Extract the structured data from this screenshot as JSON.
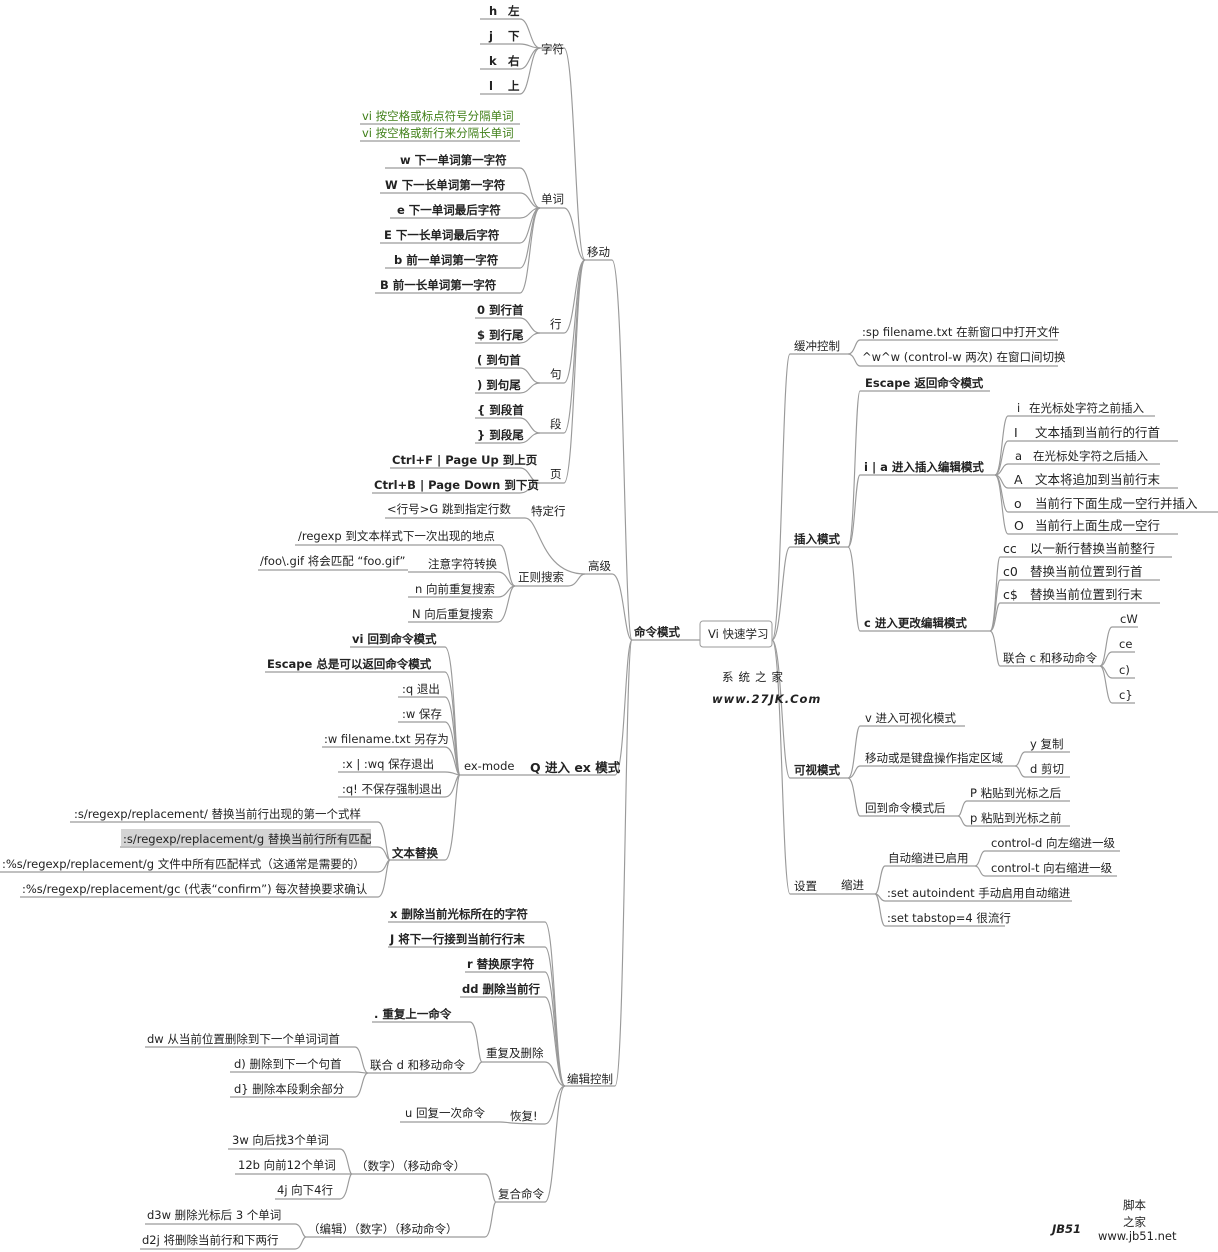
{
  "root": "Vi 快速学习",
  "watermark": {
    "line1": "系统之家",
    "line2": "www.27JK.Com"
  },
  "logo": {
    "mark": "JB51",
    "cn1": "脚本",
    "cn2": "之家",
    "url": "www.jb51.net"
  },
  "left": {
    "cmd": {
      "label": "命令模式",
      "move": {
        "label": "移动",
        "char": {
          "label": "字符",
          "items": [
            [
              "h",
              "左"
            ],
            [
              "j",
              "下"
            ],
            [
              "k",
              "右"
            ],
            [
              "l",
              "上"
            ]
          ]
        },
        "word": {
          "label": "单词",
          "notes": [
            "vi 按空格或标点符号分隔单词",
            "vi 按空格或新行来分隔长单词"
          ],
          "items": [
            "w  下一单词第一字符",
            "W  下一长单词第一字符",
            "e    下一单词最后字符",
            "E    下一长单词最后字符",
            "b    前一单词第一字符",
            "B    前一长单词第一字符"
          ]
        },
        "line": {
          "label": "行",
          "items": [
            "0  到行首",
            "$  到行尾"
          ]
        },
        "sent": {
          "label": "句",
          "items": [
            "(    到句首",
            ")   到句尾"
          ]
        },
        "para": {
          "label": "段",
          "items": [
            "{    到段首",
            "}   到段尾"
          ]
        },
        "page": {
          "label": "页",
          "items": [
            "Ctrl+F | Page Up    到上页",
            "Ctrl+B | Page Down    到下页"
          ]
        }
      },
      "adv": {
        "label": "高级",
        "line": {
          "label": "特定行",
          "item": "<行号>G  跳到指定行数"
        },
        "regex": {
          "label": "正则搜索",
          "top": "/regexp  到文本样式下一次出现的地点",
          "escape": {
            "label": "注意字符转换",
            "item": "/foo\\.gif 将会匹配 “foo.gif”"
          },
          "items": [
            "n  向前重复搜索",
            "N  向后重复搜索"
          ]
        }
      }
    },
    "ex": {
      "label": "Q 进入 ex 模式",
      "sub": "ex-mode",
      "items": [
        "vi 回到命令模式",
        "Escape 总是可以返回命令模式",
        ":q  退出",
        ":w  保存",
        ":w filename.txt  另存为",
        ":x | :wq  保存退出",
        ":q!  不保存强制退出"
      ],
      "subst": {
        "label": "文本替换",
        "items": [
          ":s/regexp/replacement/      替换当前行出现的第一个式样",
          ":s/regexp/replacement/g   替换当前行所有匹配",
          ":%s/regexp/replacement/g    文件中所有匹配样式（这通常是需要的）",
          ":%s/regexp/replacement/gc (代表“confirm”) 每次替换要求确认"
        ]
      }
    },
    "edit": {
      "label": "编辑控制",
      "items": [
        "x  删除当前光标所在的字符",
        "J  将下一行接到当前行行末",
        "r   替换原字符",
        "dd  删除当前行"
      ],
      "repeat": {
        "label": "重复及删除",
        "dot": ".  重复上一命令",
        "d": {
          "label": "联合 d 和移动命令",
          "items": [
            "dw   从当前位置删除到下一个单词词首",
            "d)   删除到下一个句首",
            "d}   删除本段剩余部分"
          ]
        }
      },
      "undo": {
        "label": "恢复!",
        "item": "u  回复一次命令"
      },
      "combo": {
        "label": "复合命令",
        "a": {
          "label": "（数字）（移动命令）",
          "items": [
            "3w   向后找3个单词",
            "12b 向前12个单词",
            "4j  向下4行"
          ]
        },
        "b": {
          "label": "（编辑）（数字）（移动命令）",
          "items": [
            "d3w   删除光标后 3 个单词",
            "d2j   将删除当前行和下两行"
          ]
        }
      }
    }
  },
  "right": {
    "buffer": {
      "label": "缓冲控制",
      "items": [
        ":sp filename.txt  在新窗口中打开文件",
        "^w^w (control-w 两次)  在窗口间切换"
      ]
    },
    "insert": {
      "label": "插入模式",
      "escape": "Escape 返回命令模式",
      "ia": {
        "label": "i | a  进入插入编辑模式",
        "items": [
          [
            "i",
            "在光标处字符之前插入"
          ],
          [
            "I",
            "文本插到当前行的行首"
          ],
          [
            "a",
            "在光标处字符之后插入"
          ],
          [
            "A",
            "文本将追加到当前行末"
          ],
          [
            "o",
            "当前行下面生成一空行并插入"
          ],
          [
            "O",
            "当前行上面生成一空行"
          ]
        ]
      },
      "c": {
        "label": "c  进入更改编辑模式",
        "items": [
          [
            "cc",
            "以一新行替换当前整行"
          ],
          [
            "c0",
            "替换当前位置到行首"
          ],
          [
            "c$",
            "替换当前位置到行末"
          ]
        ],
        "combo": {
          "label": "联合 c 和移动命令",
          "items": [
            "cW",
            "ce",
            "c)",
            "c}"
          ]
        }
      }
    },
    "visual": {
      "label": "可视模式",
      "enter": "v  进入可视化模式",
      "move": {
        "label": "移动或是键盘操作指定区域",
        "items": [
          "y  复制",
          "d  剪切"
        ]
      },
      "back": {
        "label": "回到命令模式后",
        "items": [
          "P  粘贴到光标之后",
          "p  粘贴到光标之前"
        ]
      }
    },
    "settings": {
      "label": "设置",
      "indent": {
        "label": "缩进",
        "auto": {
          "label": "自动缩进已启用",
          "items": [
            "control-d  向左缩进一级",
            "control-t  向右缩进一级"
          ]
        },
        "items": [
          ":set autoindent  手动启用自动缩进",
          ":set tabstop=4 很流行"
        ]
      }
    }
  }
}
